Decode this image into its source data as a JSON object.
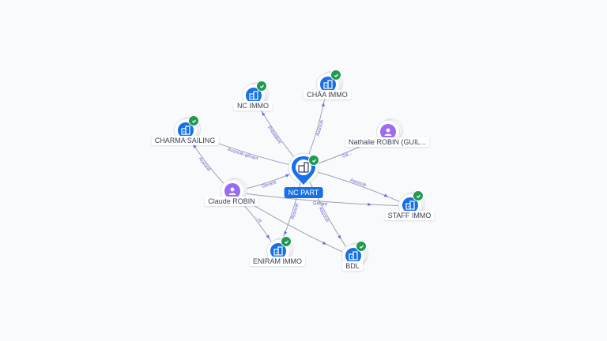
{
  "center": {
    "name": "NC PART",
    "icon": "company-building-icon",
    "verified": true
  },
  "nodes": [
    {
      "id": "nc-immo",
      "name": "NC IMMO",
      "type": "company",
      "verified": true
    },
    {
      "id": "chaa-immo",
      "name": "CHÂA IMMO",
      "type": "company",
      "verified": true
    },
    {
      "id": "charma-sailing",
      "name": "CHARMA SAILING",
      "type": "company",
      "verified": true
    },
    {
      "id": "nathalie-robin",
      "name": "Nathalie ROBIN (GUIL...",
      "type": "person",
      "verified": false
    },
    {
      "id": "claude-robin",
      "name": "Claude ROBIN",
      "type": "person",
      "verified": false
    },
    {
      "id": "staff-immo",
      "name": "STAFF IMMO",
      "type": "company",
      "verified": true
    },
    {
      "id": "eniram-immo",
      "name": "ENIRAM IMMO",
      "type": "company",
      "verified": true
    },
    {
      "id": "bdl",
      "name": "BDL",
      "type": "company",
      "verified": true
    }
  ],
  "edges": [
    {
      "from": "center",
      "to": "nc-immo",
      "label": "Président"
    },
    {
      "from": "center",
      "to": "chaa-immo",
      "label": "Associé"
    },
    {
      "from": "center",
      "to": "charma-sailing",
      "label": "Associé-gérant"
    },
    {
      "from": "center",
      "to": "nathalie-robin",
      "label": "Gé..."
    },
    {
      "from": "center",
      "to": "staff-immo",
      "label": "Associé"
    },
    {
      "from": "center",
      "to": "bdl",
      "label": "Associé"
    },
    {
      "from": "center",
      "to": "eniram-immo",
      "label": "Associé"
    },
    {
      "from": "claude-robin",
      "to": "center",
      "label": "Gérant"
    },
    {
      "from": "claude-robin",
      "to": "charma-sailing",
      "label": "Associé"
    },
    {
      "from": "claude-robin",
      "to": "staff-immo",
      "label": "Gérant"
    },
    {
      "from": "claude-robin",
      "to": "eniram-immo",
      "label": "...nt"
    },
    {
      "from": "claude-robin",
      "to": "bdl",
      "label": ""
    }
  ],
  "colors": {
    "company": "#1670e8",
    "person": "#9b6cf0",
    "verified": "#1f9a4f",
    "edge": "#9aa3b5",
    "edge_label": "#6b5bd6"
  }
}
